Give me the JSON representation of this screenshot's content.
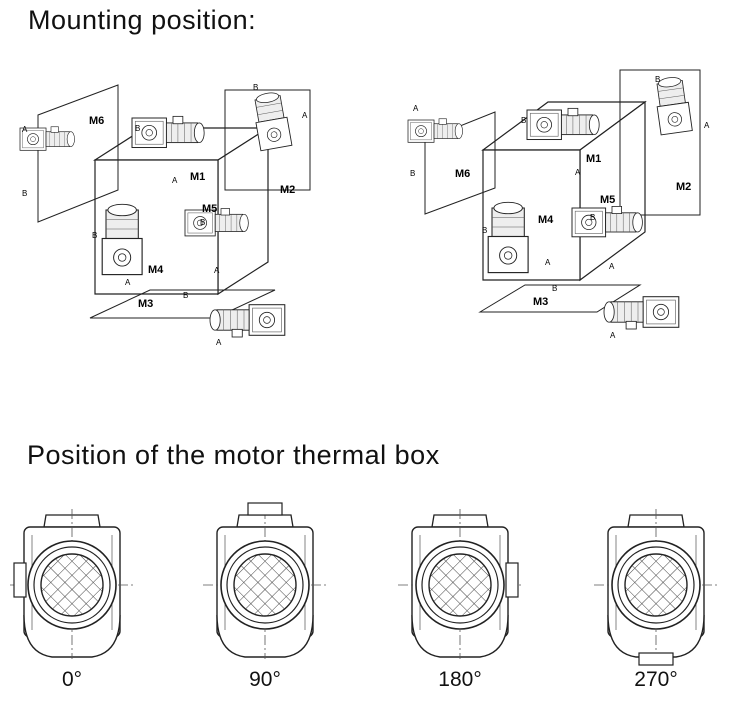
{
  "titles": {
    "mounting": "Mounting position:",
    "thermal": "Position of the motor thermal box"
  },
  "mounting_labels": {
    "m1": "M1",
    "m2": "M2",
    "m3": "M3",
    "m4": "M4",
    "m5": "M5",
    "m6": "M6",
    "a": "A",
    "b": "B"
  },
  "thermal_angles": [
    "0°",
    "90°",
    "180°",
    "270°"
  ]
}
